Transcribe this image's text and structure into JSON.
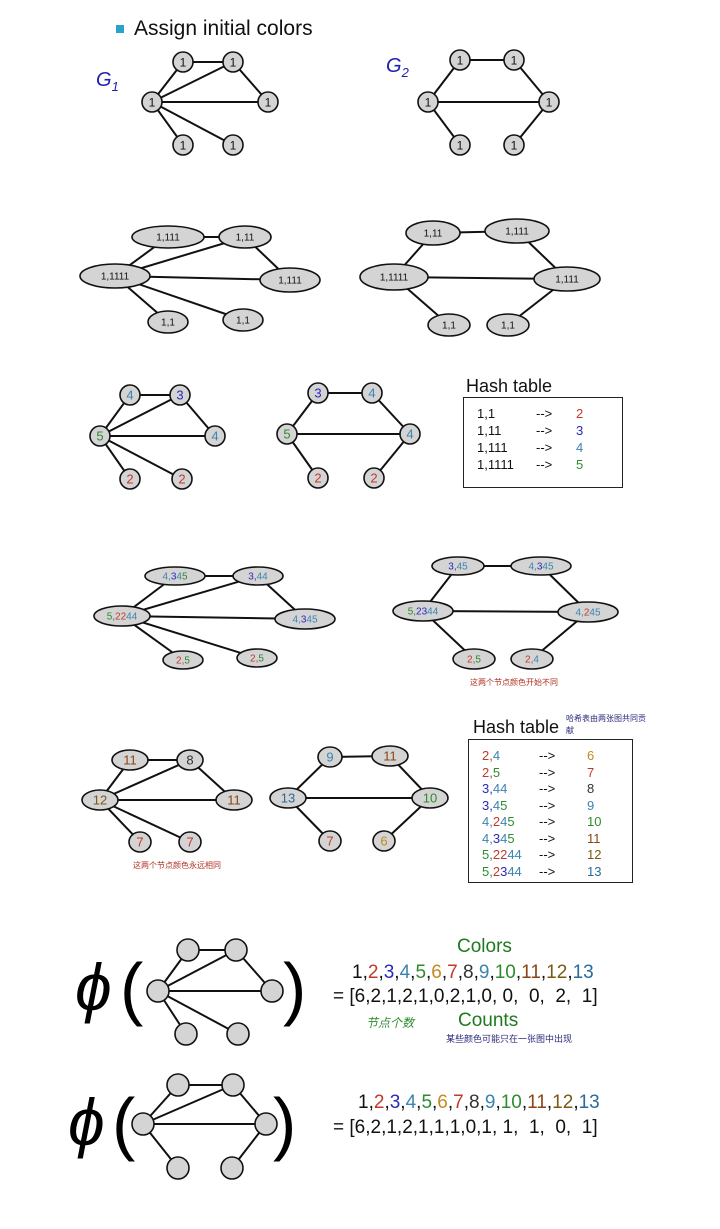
{
  "heading": "Assign initial colors",
  "labels": {
    "g1": "G",
    "g1_sub": "1",
    "g2": "G",
    "g2_sub": "2"
  },
  "colors": {
    "2": "#c0392b",
    "3": "#2a2ab8",
    "4": "#3b84b0",
    "5": "#2e8b2e",
    "6": "#c48a1e",
    "7": "#c0392b",
    "8": "#333333",
    "9": "#3b84b0",
    "10": "#2e8b2e",
    "11": "#8b4513",
    "12": "#7a5a12",
    "13": "#2a6a9a",
    "plain": "#111111",
    "node_fill": "#d4d4d4"
  },
  "hash1": {
    "title": "Hash table",
    "rows": [
      {
        "key": "1,1",
        "arrow": "-->",
        "val": "2"
      },
      {
        "key": "1,11",
        "arrow": "-->",
        "val": "3"
      },
      {
        "key": "1,111",
        "arrow": "-->",
        "val": "4"
      },
      {
        "key": "1,1111",
        "arrow": "-->",
        "val": "5"
      }
    ]
  },
  "hash2": {
    "title": "Hash table",
    "note": "哈希表由两张图共同贡献",
    "rows": [
      {
        "key": "2,4",
        "arrow": "-->",
        "val": "6"
      },
      {
        "key": "2,5",
        "arrow": "-->",
        "val": "7"
      },
      {
        "key": "3,44",
        "arrow": "-->",
        "val": "8"
      },
      {
        "key": "3,45",
        "arrow": "-->",
        "val": "9"
      },
      {
        "key": "4,245",
        "arrow": "-->",
        "val": "10"
      },
      {
        "key": "4,345",
        "arrow": "-->",
        "val": "11"
      },
      {
        "key": "5,2244",
        "arrow": "-->",
        "val": "12"
      },
      {
        "key": "5,2344",
        "arrow": "-->",
        "val": "13"
      }
    ]
  },
  "notes": {
    "n1": "这两个节点颜色开始不同",
    "n2": "这两个节点颜色永远相同",
    "n3": "节点个数",
    "n4": "某些颜色可能只在一张图中出现"
  },
  "phi": {
    "symbol": "ϕ",
    "colors_label": "Colors",
    "counts_label": "Counts",
    "index_seq": [
      "1",
      "2",
      "3",
      "4",
      "5",
      "6",
      "7",
      "8",
      "9",
      "10",
      "11",
      "12",
      "13"
    ],
    "g1_counts": "= [6,2,1,2,1,0,2,1,0, 0,  0,  2,  1]",
    "g2_counts": "= [6,2,1,2,1,1,1,0,1, 1,  1,  0,  1]"
  }
}
